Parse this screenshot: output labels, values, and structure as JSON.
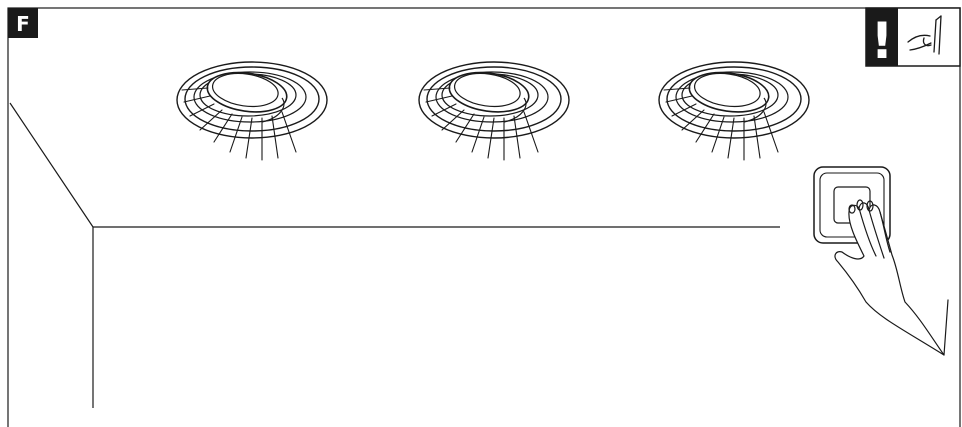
{
  "figure": {
    "label": "F",
    "warning_symbol": "!",
    "icons": {
      "warning": "exclamation-icon",
      "tool": "screwdriver-hand-icon",
      "switch": "wall-switch-icon",
      "hand": "hand-press-icon",
      "light": "recessed-spotlight-icon"
    },
    "colors": {
      "ink": "#1a1a1a",
      "background": "#ffffff",
      "label_bg": "#1a1a1a",
      "label_text": "#ffffff"
    },
    "spotlight_count": 3,
    "state": "lights-on"
  }
}
